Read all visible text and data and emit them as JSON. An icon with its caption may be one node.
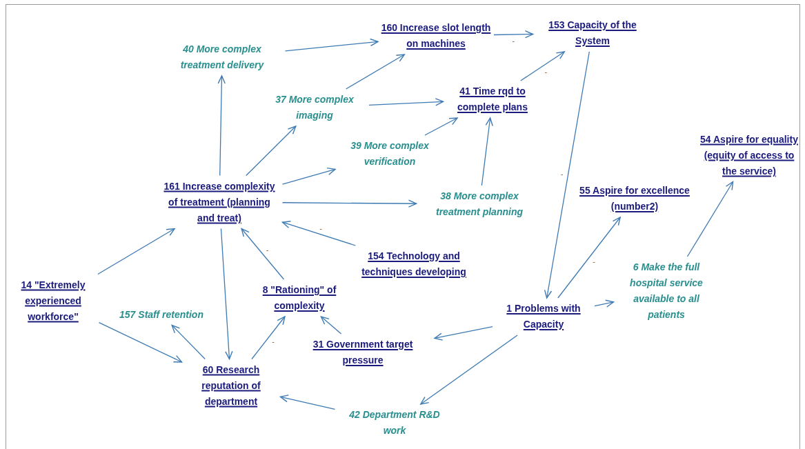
{
  "diagram": {
    "nodes": [
      {
        "text": [
          "160 Increase slot length on machines"
        ]
      },
      {
        "text": [
          "153 Capacity of the System"
        ]
      },
      {
        "text": [
          "40 More complex treatment delivery"
        ]
      },
      {
        "text": [
          "37 More complex imaging"
        ]
      },
      {
        "text": [
          "41 Time rqd to complete plans"
        ]
      },
      {
        "text": [
          "39 More complex verification"
        ]
      },
      {
        "text": [
          "54 Aspire for equality (equity of access to the service)"
        ]
      },
      {
        "text": [
          "161 Increase complexity of treatment (planning and treat)"
        ]
      },
      {
        "text": [
          "38 More complex treatment planning"
        ]
      },
      {
        "text": [
          "55 Aspire for excellence (number2)"
        ]
      },
      {
        "text": [
          "154 Technology and techniques developing"
        ]
      },
      {
        "text": [
          "14 \"Extremely experienced workforce\""
        ]
      },
      {
        "text": [
          "8 \"Rationing\" of complexity"
        ]
      },
      {
        "text": [
          "6 Make the full hospital service available to all patients"
        ]
      },
      {
        "text": [
          "1 Problems with Capacity"
        ]
      },
      {
        "text": [
          "157 Staff retention"
        ]
      },
      {
        "text": [
          "31 Government target pressure"
        ]
      },
      {
        "text": [
          "60 Research reputation of department"
        ]
      },
      {
        "text": [
          "42 Department R&D work"
        ]
      }
    ],
    "edges": [
      {
        "from": 2,
        "to": 0,
        "arrow": "to"
      },
      {
        "from": 0,
        "to": 1,
        "arrow": "to",
        "label": "-"
      },
      {
        "from": 3,
        "to": 0,
        "arrow": "to"
      },
      {
        "from": 3,
        "to": 4,
        "arrow": "to"
      },
      {
        "from": 4,
        "to": 1,
        "arrow": "to",
        "label": "-"
      },
      {
        "from": 1,
        "to": 14,
        "arrow": "to",
        "label": "-"
      },
      {
        "from": 7,
        "to": 2,
        "arrow": "to"
      },
      {
        "from": 7,
        "to": 3,
        "arrow": "to"
      },
      {
        "from": 7,
        "to": 5,
        "arrow": "to"
      },
      {
        "from": 5,
        "to": 4,
        "arrow": "to"
      },
      {
        "from": 7,
        "to": 8,
        "arrow": "to"
      },
      {
        "from": 8,
        "to": 4,
        "arrow": "to"
      },
      {
        "from": 10,
        "to": 7,
        "arrow": "to",
        "label": "-"
      },
      {
        "from": 12,
        "to": 7,
        "arrow": "to",
        "label": "-"
      },
      {
        "from": 11,
        "to": 7,
        "arrow": "to"
      },
      {
        "from": 11,
        "to": 17,
        "arrow": "to"
      },
      {
        "from": 17,
        "to": 15,
        "arrow": "to"
      },
      {
        "from": 7,
        "to": 17,
        "arrow": "to"
      },
      {
        "from": 17,
        "to": 12,
        "arrow": "to",
        "label": "-"
      },
      {
        "from": 16,
        "to": 12,
        "arrow": "to"
      },
      {
        "from": 14,
        "to": 16,
        "arrow": "to"
      },
      {
        "from": 14,
        "to": 18,
        "arrow": "to"
      },
      {
        "from": 18,
        "to": 17,
        "arrow": "to"
      },
      {
        "from": 14,
        "to": 9,
        "arrow": "to",
        "label": "-"
      },
      {
        "from": 14,
        "to": 13,
        "arrow": "to"
      },
      {
        "from": 13,
        "to": 6,
        "arrow": "to"
      }
    ]
  }
}
